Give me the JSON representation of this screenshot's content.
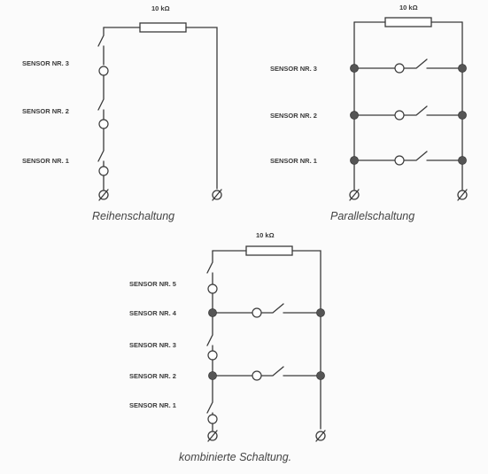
{
  "series_circuit": {
    "resistor_label": "10 kΩ",
    "sensor_labels": [
      "SENSOR NR. 3",
      "SENSOR NR. 2",
      "SENSOR NR. 1"
    ],
    "caption": "Reihenschaltung"
  },
  "parallel_circuit": {
    "resistor_label": "10 kΩ",
    "sensor_labels": [
      "SENSOR NR. 3",
      "SENSOR NR. 2",
      "SENSOR NR. 1"
    ],
    "caption": "Parallelschaltung"
  },
  "combined_circuit": {
    "resistor_label": "10 kΩ",
    "sensor_labels": [
      "SENSOR NR. 5",
      "SENSOR NR. 4",
      "SENSOR NR. 3",
      "SENSOR NR. 2",
      "SENSOR NR. 1"
    ],
    "caption": "kombinierte Schaltung."
  },
  "terminal_symbol": "Ø"
}
